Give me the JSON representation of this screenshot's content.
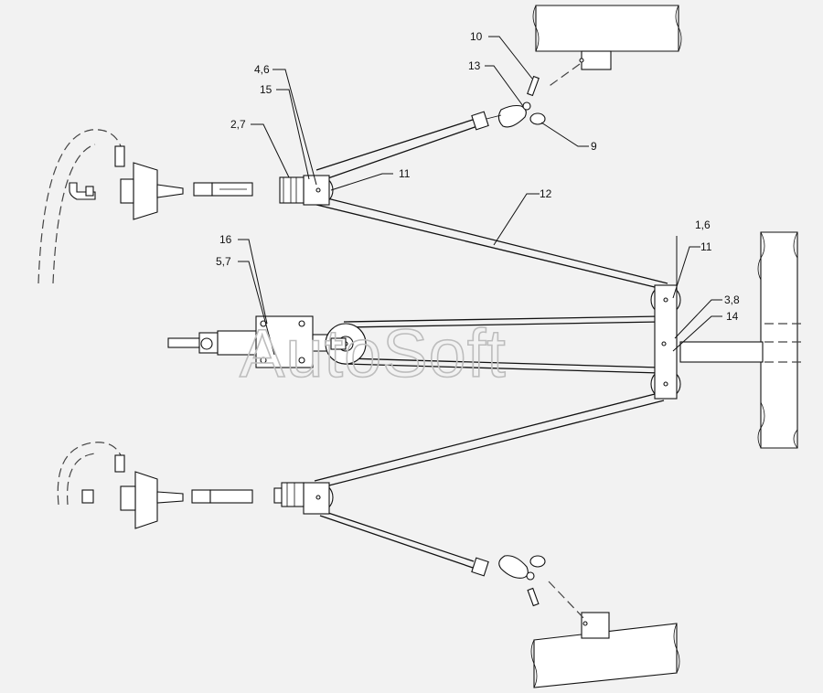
{
  "watermark": "AutoSoft",
  "callouts": {
    "c10": "10",
    "c13": "13",
    "c46": "4,6",
    "c15": "15",
    "c27": "2,7",
    "c11a": "11",
    "c9": "9",
    "c12": "12",
    "c16": "16",
    "c57": "5,7",
    "c16b": "1,6",
    "c11b": "11",
    "c38": "3,8",
    "c14": "14"
  }
}
